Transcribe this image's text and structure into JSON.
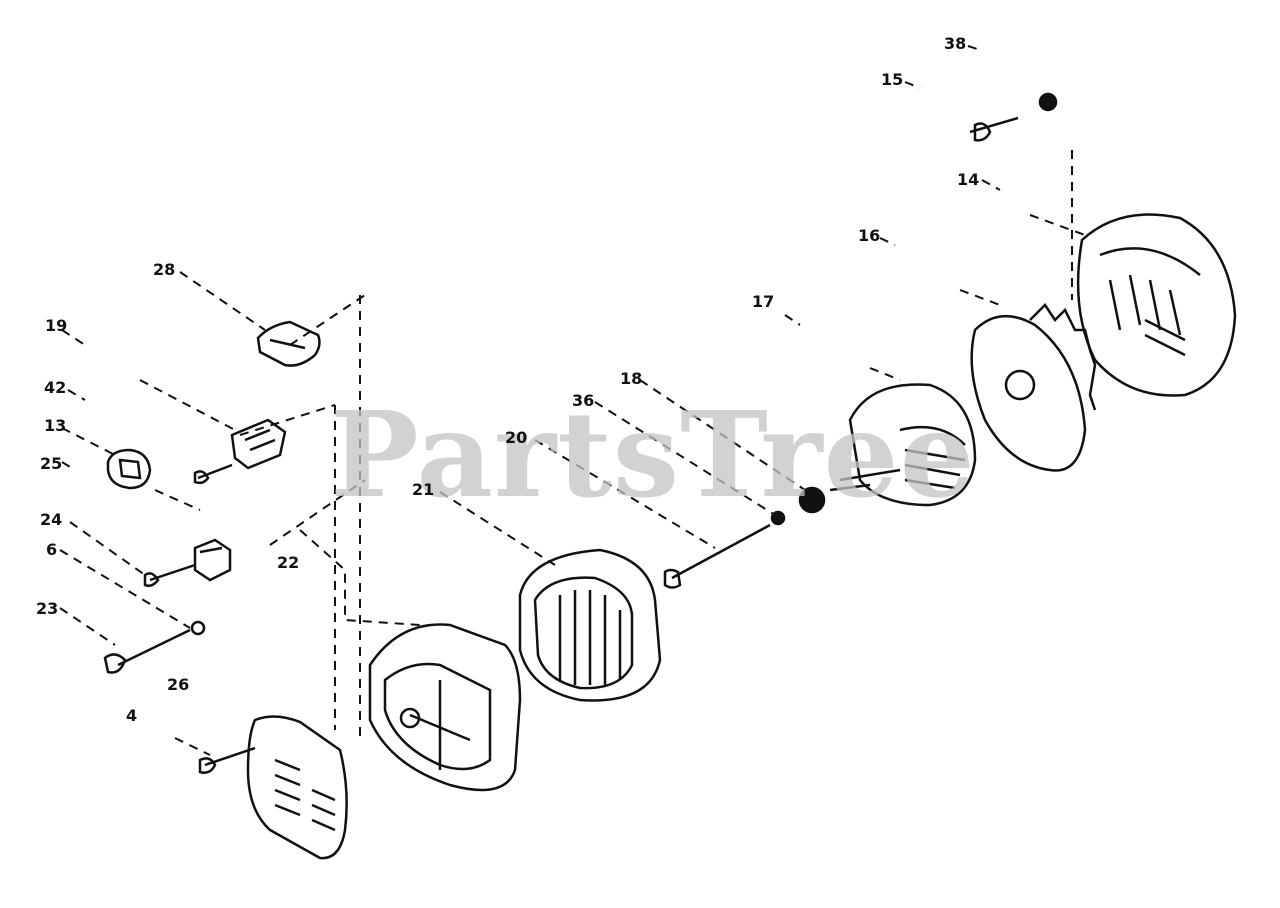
{
  "watermark": "PartsTree",
  "callouts": [
    "38",
    "15",
    "14",
    "16",
    "17",
    "28",
    "19",
    "42",
    "13",
    "25",
    "24",
    "6",
    "22",
    "23",
    "26",
    "4",
    "18",
    "36",
    "20",
    "21"
  ],
  "colors": {
    "ink": "#111111",
    "watermark": "#c4c4c4",
    "background": "#ffffff"
  }
}
